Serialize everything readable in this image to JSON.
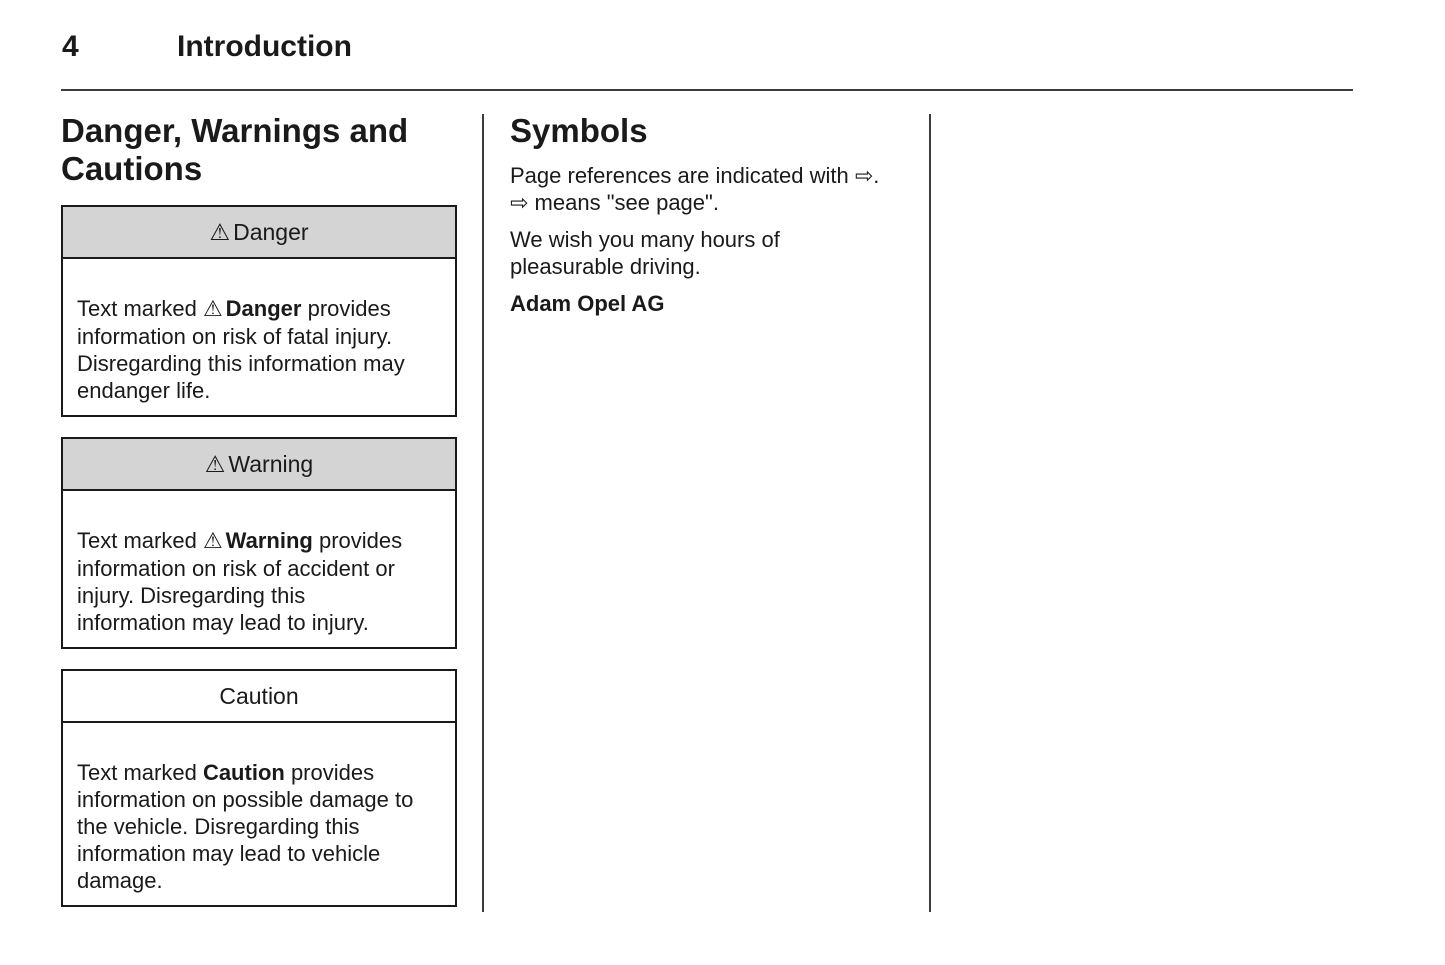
{
  "colors": {
    "text": "#1a1a1a",
    "border": "#1a1a1a",
    "box_header_fill": "#d4d4d4",
    "rule": "#3c3c3c",
    "background": "#ffffff"
  },
  "header": {
    "page_number": "4",
    "chapter_title": "Introduction"
  },
  "warnings_section": {
    "heading": "Danger, Warnings and\nCautions",
    "boxes": [
      {
        "title_icon": "⚠",
        "title": "Danger",
        "body_pre": "Text marked ",
        "body_icon": "⚠",
        "body_bold": "Danger",
        "body_post": " provides\ninformation on risk of fatal injury.\nDisregarding this information may\nendanger life."
      },
      {
        "title_icon": "⚠",
        "title": "Warning",
        "body_pre": "Text marked ",
        "body_icon": "⚠",
        "body_bold": "Warning",
        "body_post": " provides\ninformation on risk of accident or\ninjury. Disregarding this\ninformation may lead to injury."
      },
      {
        "title_icon": "",
        "title": "Caution",
        "body_pre": "Text marked ",
        "body_icon": "",
        "body_bold": "Caution",
        "body_post": " provides\ninformation on possible damage to\nthe vehicle. Disregarding this\ninformation may lead to vehicle\ndamage."
      }
    ]
  },
  "symbols_section": {
    "heading": "Symbols",
    "paragraph_1": "Page references are indicated with ⇨.\n⇨ means \"see page\".",
    "paragraph_2": "We wish you many hours of\npleasurable driving.",
    "signature": "Adam Opel AG"
  }
}
